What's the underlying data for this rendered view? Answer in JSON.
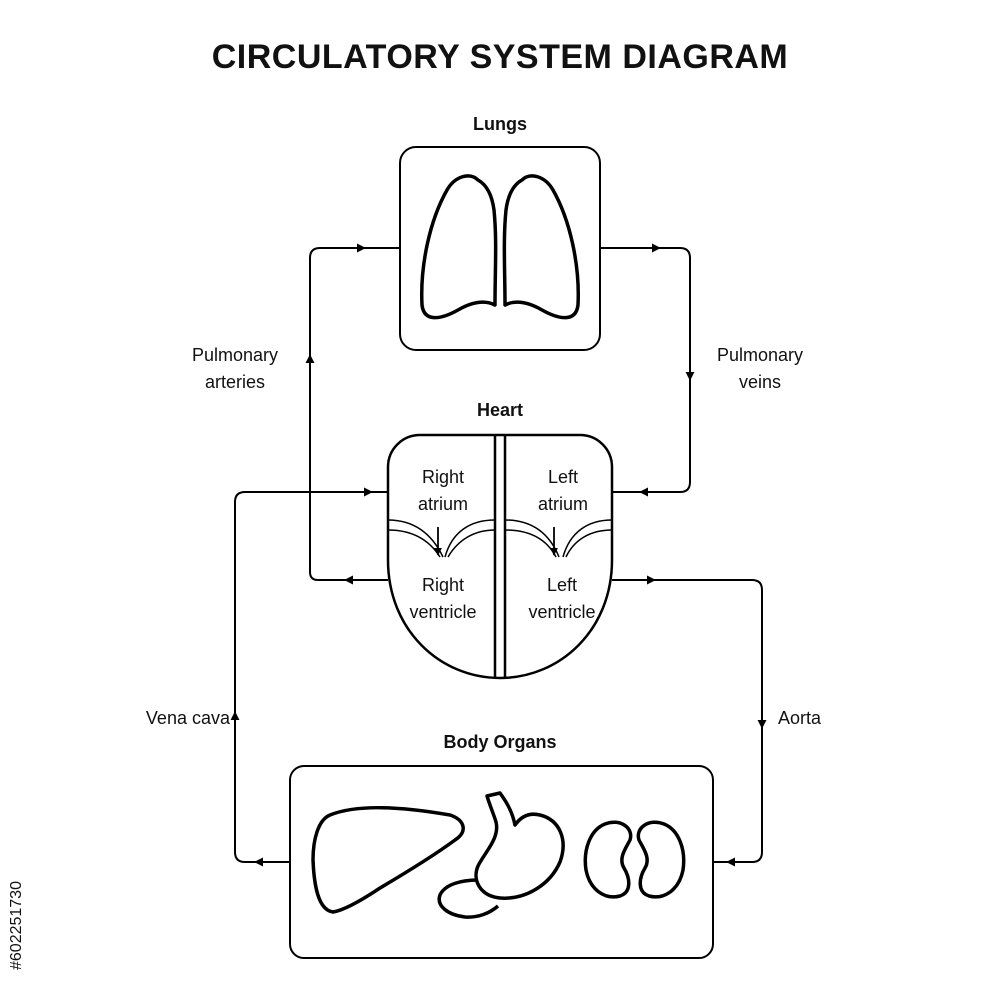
{
  "title": "CIRCULATORY SYSTEM DIAGRAM",
  "headings": {
    "lungs": "Lungs",
    "heart": "Heart",
    "body_organs": "Body Organs"
  },
  "labels": {
    "pulmonary_arteries": [
      "Pulmonary",
      "arteries"
    ],
    "pulmonary_veins": [
      "Pulmonary",
      "veins"
    ],
    "vena_cava": "Vena cava",
    "aorta": "Aorta",
    "right_atrium": [
      "Right",
      "atrium"
    ],
    "left_atrium": [
      "Left",
      "atrium"
    ],
    "right_ventricle": [
      "Right",
      "ventricle"
    ],
    "left_ventricle": [
      "Left",
      "ventricle"
    ]
  },
  "stock_id": "#602251730",
  "colors": {
    "line": "#000000",
    "background": "#ffffff"
  }
}
